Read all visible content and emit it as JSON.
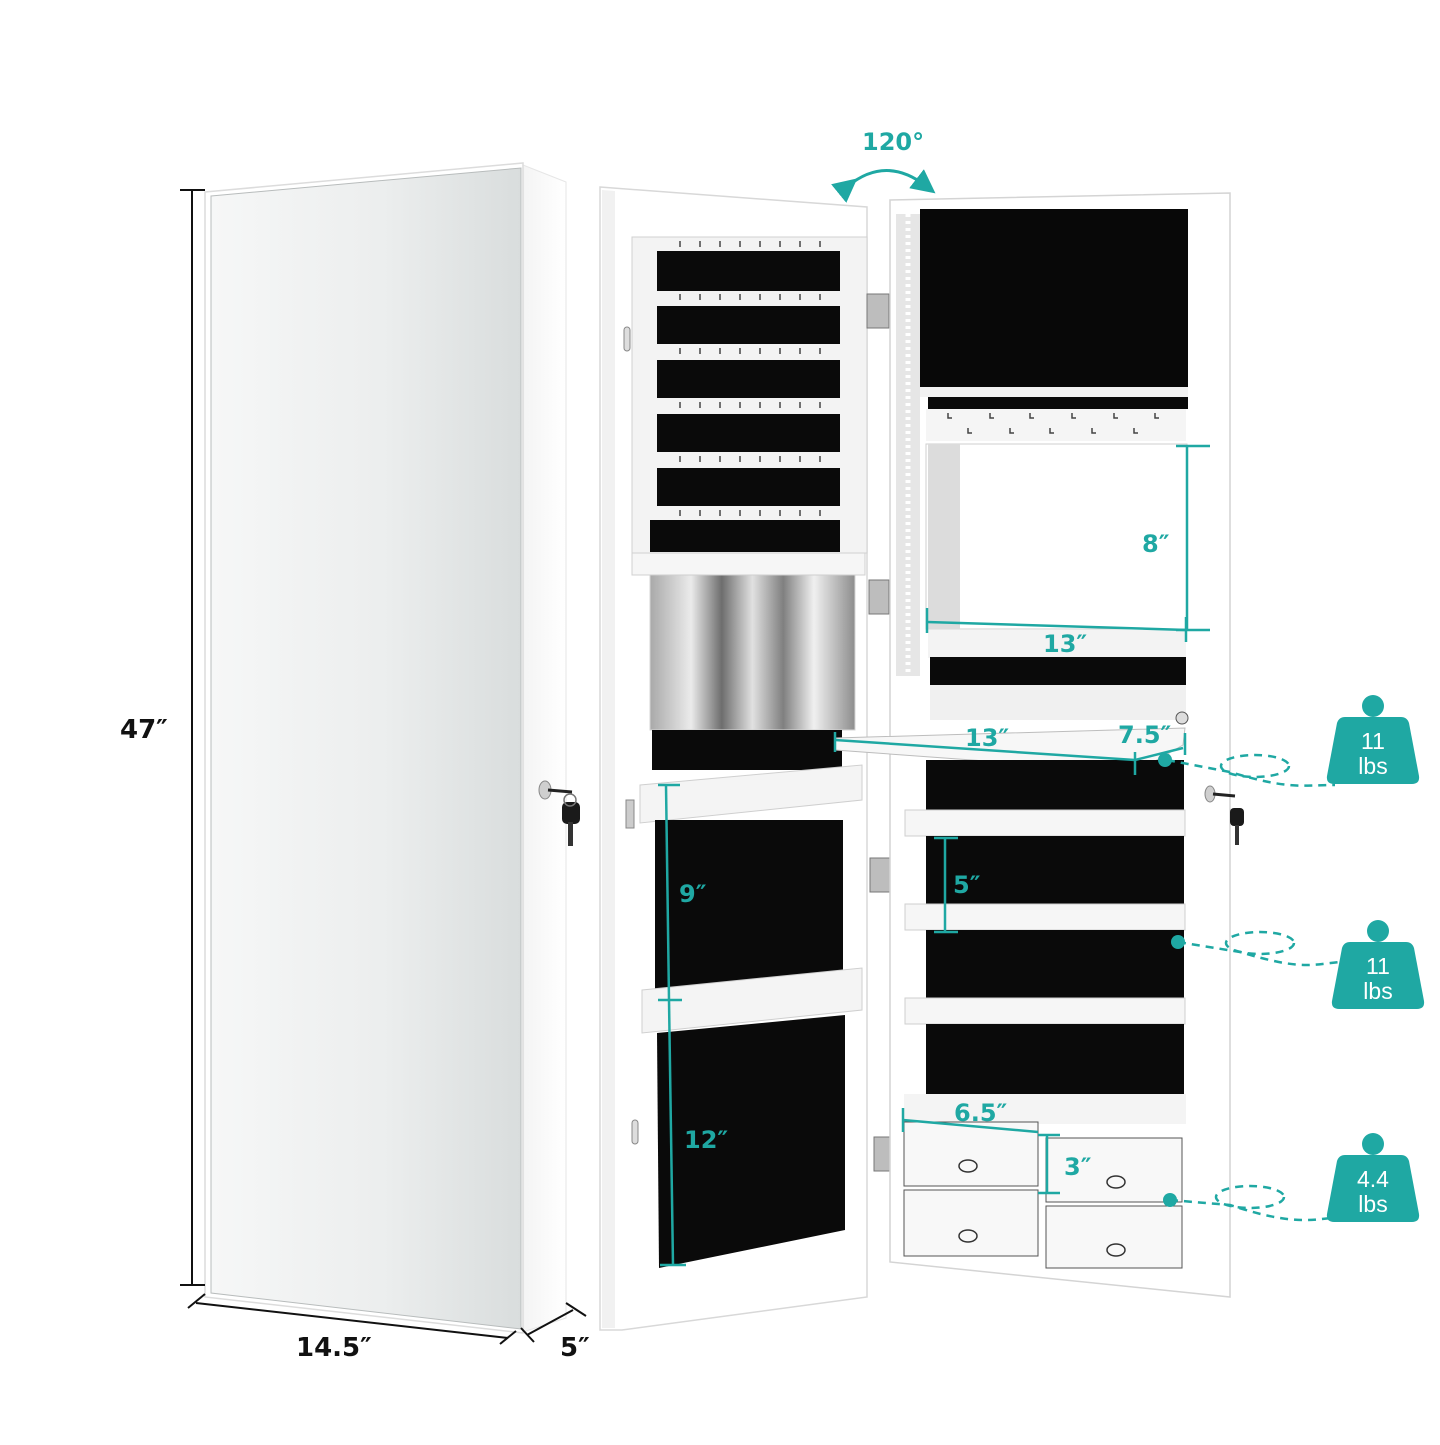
{
  "diagram": {
    "subject": "Wall-mounted jewelry armoire with full-length mirror",
    "accent_color": "#1fa8a3",
    "dimension_line_color": "#111111",
    "closed_view": {
      "height_label": "47″",
      "width_label": "14.5″",
      "depth_label": "5″"
    },
    "open_view": {
      "door_angle_label": "120°",
      "mirror_height_label": "8″",
      "mirror_width_label": "13″",
      "shelf_width_label": "13″",
      "shelf_depth_label": "7.5″",
      "door_upper_section_label": "9″",
      "door_lower_section_label": "12″",
      "shelf_spacing_label": "5″",
      "drawer_width_label": "6.5″",
      "drawer_height_label": "3″"
    },
    "weight_badges": [
      {
        "value": "11",
        "unit": "lbs",
        "target": "pull-out shelf"
      },
      {
        "value": "11",
        "unit": "lbs",
        "target": "shelf"
      },
      {
        "value": "4.4",
        "unit": "lbs",
        "target": "drawer"
      }
    ]
  }
}
